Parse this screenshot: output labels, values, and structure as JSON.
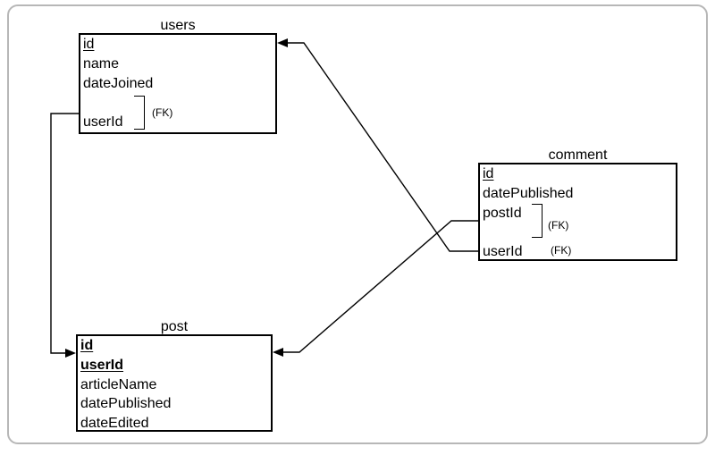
{
  "diagram": {
    "kind": "entity-relationship",
    "tables": [
      {
        "name": "users",
        "fields": [
          {
            "label": "id",
            "key": true
          },
          {
            "label": "name"
          },
          {
            "label": "dateJoined"
          },
          {
            "label": "userId",
            "fk": "(FK)"
          }
        ]
      },
      {
        "name": "comment",
        "fields": [
          {
            "label": "id",
            "key": true
          },
          {
            "label": "datePublished"
          },
          {
            "label": "postId",
            "fk": "(FK)"
          },
          {
            "label": "userId",
            "fk": "(FK)"
          }
        ]
      },
      {
        "name": "post",
        "fields": [
          {
            "label": "id",
            "key": true
          },
          {
            "label": "userId",
            "key": true
          },
          {
            "label": "articleName"
          },
          {
            "label": "datePublished"
          },
          {
            "label": "dateEdited"
          }
        ]
      }
    ],
    "relations": [
      {
        "from": "users.userId",
        "to": "post",
        "arrowhead": "into post left edge"
      },
      {
        "from": "comment.userId",
        "to": "users.id",
        "arrowhead": "into users right edge"
      },
      {
        "from": "comment.postId",
        "to": "post",
        "arrowhead": "into post right edge"
      }
    ],
    "colors": {
      "line": "#000000",
      "text": "#000000",
      "entity_border": "#000000",
      "entity_fill": "#ffffff",
      "frame_border": "#b7b7b7",
      "background": "#ffffff"
    }
  }
}
